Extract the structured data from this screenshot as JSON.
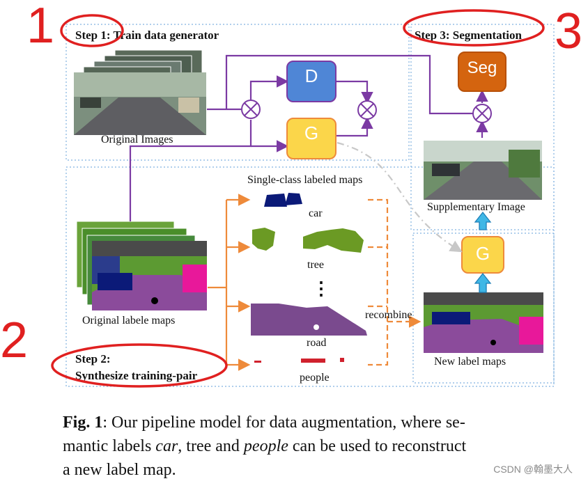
{
  "steps": {
    "step1": "Step 1: Train data generator",
    "step2_line1": "Step 2:",
    "step2_line2": "Synthesize training-pair",
    "step3": "Step 3: Segmentation"
  },
  "annotations": {
    "num1": "1",
    "num2": "2",
    "num3": "3"
  },
  "nodes": {
    "D": "D",
    "G": "G",
    "Seg": "Seg",
    "G2": "G"
  },
  "labels": {
    "original_images": "Original Images",
    "single_class": "Single-class labeled maps",
    "car": "car",
    "tree": "tree",
    "ellipsis": "⋮",
    "road": "road",
    "people": "people",
    "recombine": "recombine",
    "original_label_maps": "Original labele maps",
    "supplementary_image": "Supplementary Image",
    "new_label_maps": "New label maps"
  },
  "caption": {
    "fig": "Fig. 1",
    "colon": ": Our pipeline model for data augmentation, where se-",
    "line2_a": "mantic labels ",
    "car": "car",
    "line2_b": ", tree and ",
    "people": "people",
    "line2_c": " can be used to reconstruct",
    "line3": "a new label map."
  },
  "watermark": "CSDN @翰墨大人",
  "colors": {
    "purple": "#7b3aa3",
    "orange": "#ee8a3a",
    "blue_D": "#4f86d6",
    "yellow_G": "#fbd64a",
    "seg": "#d4640f",
    "red_ink": "#e02020",
    "road": "#7a4a8e"
  }
}
